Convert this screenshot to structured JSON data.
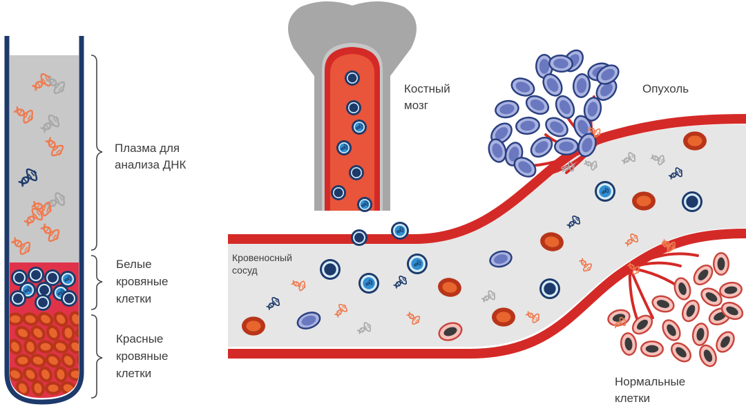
{
  "tube": {
    "plasma_label": [
      "Плазма для",
      "анализа ДНК"
    ],
    "white_cells_label": [
      "Белые",
      "кровяные",
      "клетки"
    ],
    "red_cells_label": [
      "Красные",
      "кровяные",
      "клетки"
    ]
  },
  "bone_marrow_label": [
    "Костный",
    "мозг"
  ],
  "tumor_label": "Опухоль",
  "vessel_label": [
    "Кровеносный",
    "сосуд"
  ],
  "normal_cells_label": [
    "Нормальные",
    "клетки"
  ],
  "colors": {
    "tube_wall": "#1d3a6b",
    "plasma": "#c8c8c8",
    "red_cell": "#c9471c",
    "red_cell_inner": "#e8652e",
    "vessel_wall": "#d42a27",
    "vessel_fill": "#e6e6e6",
    "white_cell": "#1d3a6b",
    "white_cell_light": "#2f8fd0",
    "tumor_cell": "#7a86c6",
    "normal_cell": "#f2a9a3",
    "bone": "#a7a7a7",
    "marrow": "#e8553a",
    "dna_orange": "#ef7a4f",
    "dna_grey": "#a8a8a8",
    "dna_blue": "#1d3a6b"
  }
}
